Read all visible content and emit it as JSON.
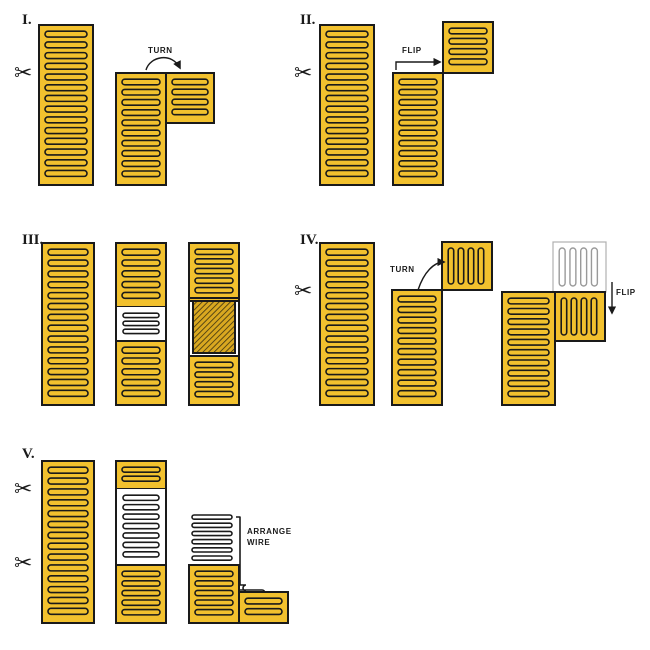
{
  "colors": {
    "mat": "#f2c12e",
    "ink": "#1a1a1a",
    "hatch": "#3a3010"
  },
  "icons": {
    "scissors": "scissors-icon"
  },
  "steps": [
    {
      "label": "I.",
      "note": "TURN"
    },
    {
      "label": "II.",
      "note": "FLIP"
    },
    {
      "label": "III.",
      "note": ""
    },
    {
      "label": "IV.",
      "note": "TURN",
      "note2": "FLIP"
    },
    {
      "label": "V.",
      "note_line1": "ARRANGE",
      "note_line2": "WIRE"
    }
  ]
}
